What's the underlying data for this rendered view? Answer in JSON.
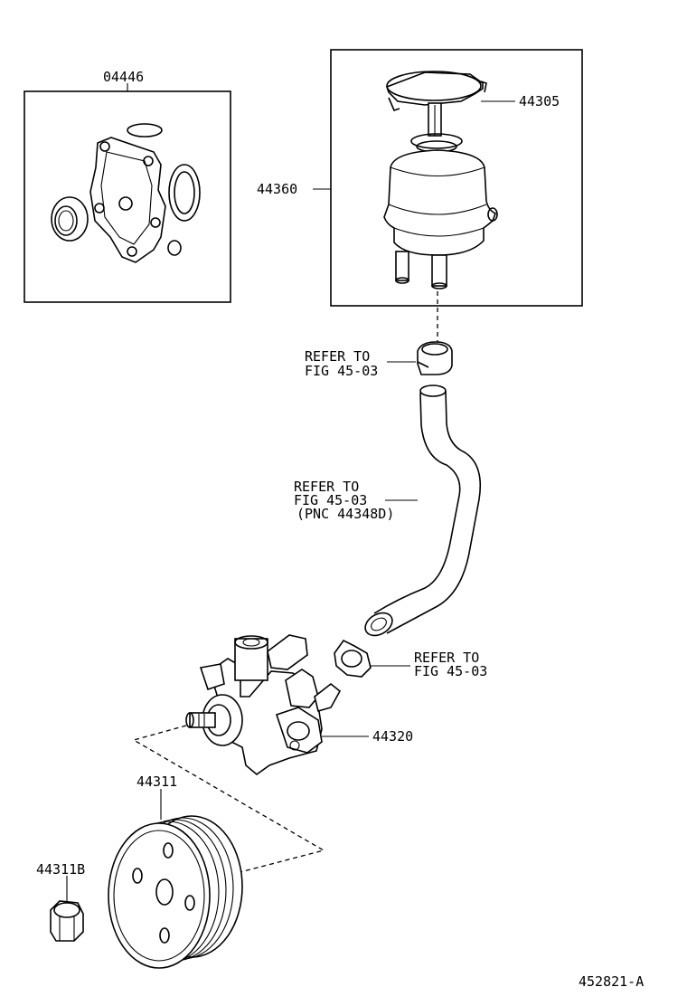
{
  "parts": {
    "gasket_kit": "04446",
    "reservoir_cap": "44305",
    "reservoir_assy": "44360",
    "pump_assy": "44320",
    "pulley": "44311",
    "pulley_nut": "44311B"
  },
  "refs": {
    "clamp_upper_1": "REFER TO",
    "clamp_upper_2": "FIG 45-03",
    "hose_1": "REFER TO",
    "hose_2": "FIG 45-03",
    "hose_3": "(PNC 44348D)",
    "clamp_lower_1": "REFER TO",
    "clamp_lower_2": "FIG 45-03"
  },
  "figure_id": "452821-A"
}
